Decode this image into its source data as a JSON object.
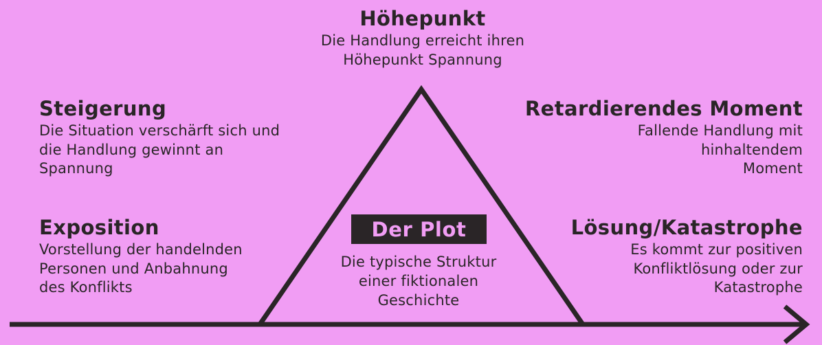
{
  "colors": {
    "background": "#f19df4",
    "ink": "#2a2527",
    "plot_label_text": "#f19df4"
  },
  "stages": {
    "hoehepunkt": {
      "title": "Höhepunkt",
      "desc": "Die Handlung erreicht ihren\nHöhepunkt Spannung"
    },
    "steigerung": {
      "title": "Steigerung",
      "desc": "Die Situation verschärft sich und\ndie Handlung gewinnt an\nSpannung"
    },
    "retardierendes_moment": {
      "title": "Retardierendes Moment",
      "desc": "Fallende Handlung mit\nhinhaltendem\nMoment"
    },
    "exposition": {
      "title": "Exposition",
      "desc": "Vorstellung der handelnden\nPersonen und Anbahnung\ndes Konflikts"
    },
    "loesung_katastrophe": {
      "title": "Lösung/Katastrophe",
      "desc": "Es kommt zur positiven\nKonfliktlösung oder zur\nKatastrophe"
    }
  },
  "center": {
    "title": "Der Plot",
    "desc": "Die typische Struktur\neiner fiktionalen\nGeschichte"
  }
}
